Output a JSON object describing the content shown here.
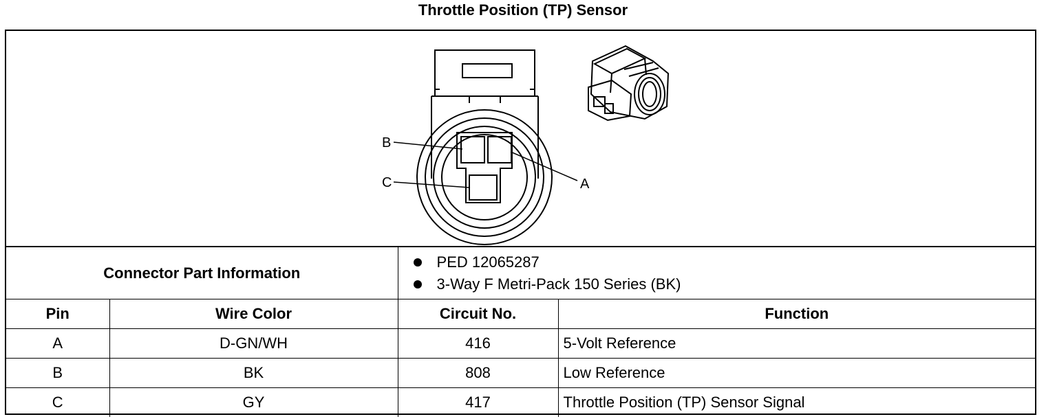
{
  "title": "Throttle Position (TP) Sensor",
  "diagram": {
    "pin_labels": [
      "B",
      "C",
      "A"
    ]
  },
  "connector_info": {
    "label": "Connector Part Information",
    "items": [
      "PED 12065287",
      "3-Way F Metri-Pack 150 Series (BK)"
    ]
  },
  "table": {
    "headers": [
      "Pin",
      "Wire Color",
      "Circuit No.",
      "Function"
    ],
    "rows": [
      [
        "A",
        "D-GN/WH",
        "416",
        "5-Volt Reference"
      ],
      [
        "B",
        "BK",
        "808",
        "Low Reference"
      ],
      [
        "C",
        "GY",
        "417",
        "Throttle Position (TP) Sensor Signal"
      ]
    ]
  }
}
